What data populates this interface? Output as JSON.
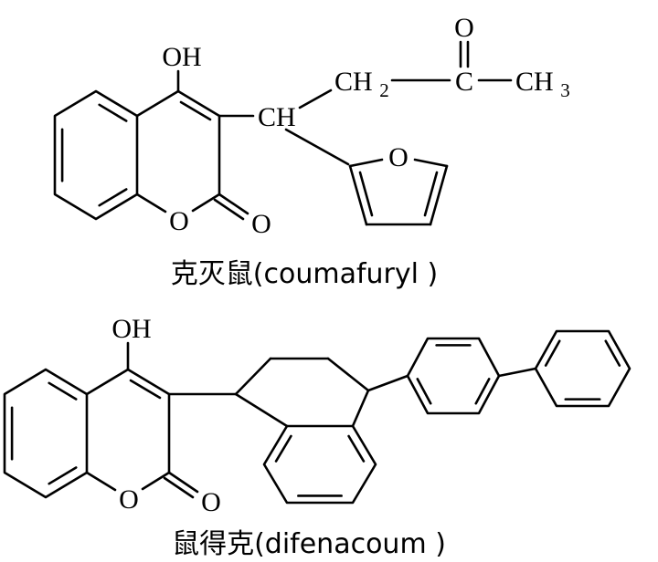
{
  "figure": {
    "background": "#ffffff",
    "ink": "#000000"
  },
  "molecules": [
    {
      "name_cn": "克灭鼠",
      "name_en": "coumafuryl",
      "caption": "克灭鼠(coumafuryl )",
      "atom_labels": {
        "hydroxyl": "OH",
        "ring_oxygen": "O",
        "lactone_oxygen": "O",
        "methine": "CH",
        "methylene": "CH",
        "methylene_sub": "2",
        "ketone_carbon": "C",
        "ketone_oxygen": "O",
        "methyl": "CH",
        "methyl_sub": "3",
        "furan_oxygen": "O"
      }
    },
    {
      "name_cn": "鼠得克",
      "name_en": "difenacoum",
      "caption": "鼠得克(difenacoum )",
      "atom_labels": {
        "hydroxyl": "OH",
        "ring_oxygen": "O",
        "lactone_oxygen": "O"
      }
    }
  ]
}
